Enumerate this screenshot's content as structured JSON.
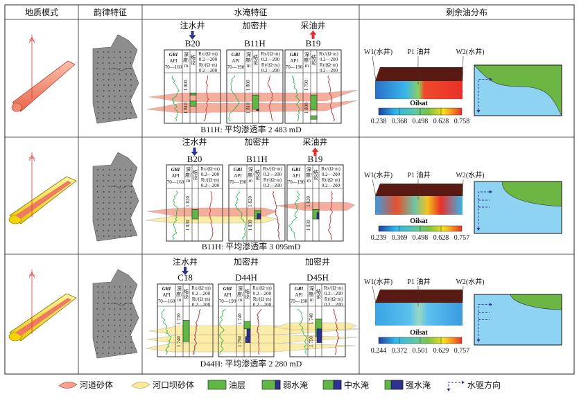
{
  "header": {
    "col_geology": "地质模式",
    "col_rhythm": "韵律特征",
    "col_flooding": "水淹特征",
    "col_remaining_oil": "剩余油分布"
  },
  "log_header": {
    "gr_label": "GRI",
    "gr_unit": "API",
    "depth_label": [
      "深",
      "度/",
      "m"
    ],
    "conclusion_label": [
      "结",
      "论"
    ],
    "rx_label": "Rx/(Ω·m)",
    "rt_label": "Rt/(Ω·m)",
    "res_range": "0.2—200"
  },
  "rows": [
    {
      "sand_types": [
        "河道砂体"
      ],
      "wells": [
        {
          "role": "注水井",
          "name": "B20",
          "arrow": "down",
          "gr_range": "70—160",
          "depths": [
            "1 800",
            "1 810"
          ]
        },
        {
          "role": "加密井",
          "name": "B11H",
          "arrow": "none",
          "gr_range": "70—190",
          "depths": [
            "1 800",
            "1 810"
          ]
        },
        {
          "role": "采油井",
          "name": "B19",
          "arrow": "up",
          "gr_range": "70—190",
          "depths": [
            "1 790",
            "1 800"
          ]
        }
      ],
      "caption": "B11H: 平均渗透率 2 483 mD",
      "oil": {
        "wells": [
          "W1(水井)",
          "P1 油井",
          "W2(水井)"
        ],
        "colorbar_label": "Oilsat",
        "ticks": [
          "0.238",
          "0.368",
          "0.498",
          "0.628",
          "0.758"
        ]
      }
    },
    {
      "sand_types": [
        "河道砂体",
        "河口坝砂体"
      ],
      "wells": [
        {
          "role": "注水井",
          "name": "B20",
          "arrow": "down",
          "gr_range": "70—160",
          "depths": [
            "1 820",
            "1 830"
          ]
        },
        {
          "role": "加密井",
          "name": "B11H",
          "arrow": "none",
          "gr_range": "70—190",
          "depths": [
            "1 820",
            "1 830"
          ]
        },
        {
          "role": "采油井",
          "name": "B19",
          "arrow": "up",
          "gr_range": "70—190",
          "depths": [
            "1 820",
            "1 830"
          ]
        }
      ],
      "caption": "B11H: 平均渗透率 3 095mD",
      "oil": {
        "wells": [
          "W1(水井)",
          "P1 油井",
          "W2(水井)"
        ],
        "colorbar_label": "Oilsat",
        "ticks": [
          "0.239",
          "0.369",
          "0.498",
          "0.628",
          "0.757"
        ]
      }
    },
    {
      "sand_types": [
        "河道砂体",
        "河口坝砂体"
      ],
      "wells": [
        {
          "role": "注水井",
          "name": "C18",
          "arrow": "down",
          "gr_range": "70—160",
          "depths": [
            "1 730",
            "1 740"
          ]
        },
        {
          "role": "加密井",
          "name": "D44H",
          "arrow": "none",
          "gr_range": "70—190",
          "depths": [
            "1 740",
            "1 750"
          ]
        },
        {
          "role": "加密井",
          "name": "D45H",
          "arrow": "none",
          "gr_range": "70—190",
          "depths": [
            "1 740",
            "1 750"
          ]
        }
      ],
      "caption": "D44H: 平均渗透率 2 280 mD",
      "oil": {
        "wells": [
          "W1(水井)",
          "P1 油井",
          "W2(水井)"
        ],
        "colorbar_label": "Oilsat",
        "ticks": [
          "0.244",
          "0.372",
          "0.501",
          "0.629",
          "0.757"
        ]
      }
    }
  ],
  "legend": [
    {
      "key": "channel",
      "label": "河道砂体"
    },
    {
      "key": "mouthbar",
      "label": "河口坝砂体"
    },
    {
      "key": "oil",
      "label": "油层"
    },
    {
      "key": "weak",
      "label": "弱水淹"
    },
    {
      "key": "medium",
      "label": "中水淹"
    },
    {
      "key": "strong",
      "label": "强水淹"
    },
    {
      "key": "flow",
      "label": "水驱方向"
    }
  ],
  "colors": {
    "channel": "#f4a08a",
    "mouthbar": "#fbe99a",
    "oil": "#5fb846",
    "water": "#2e3192",
    "inject_arrow": "#2e3192",
    "produce_arrow": "#e8302a",
    "gr_curve": "#1fb04a",
    "rx_curve": "#27a9e1",
    "rt_curve": "#e8302a",
    "plan_green": "#6cb744",
    "plan_blue": "#8fd3f2"
  }
}
